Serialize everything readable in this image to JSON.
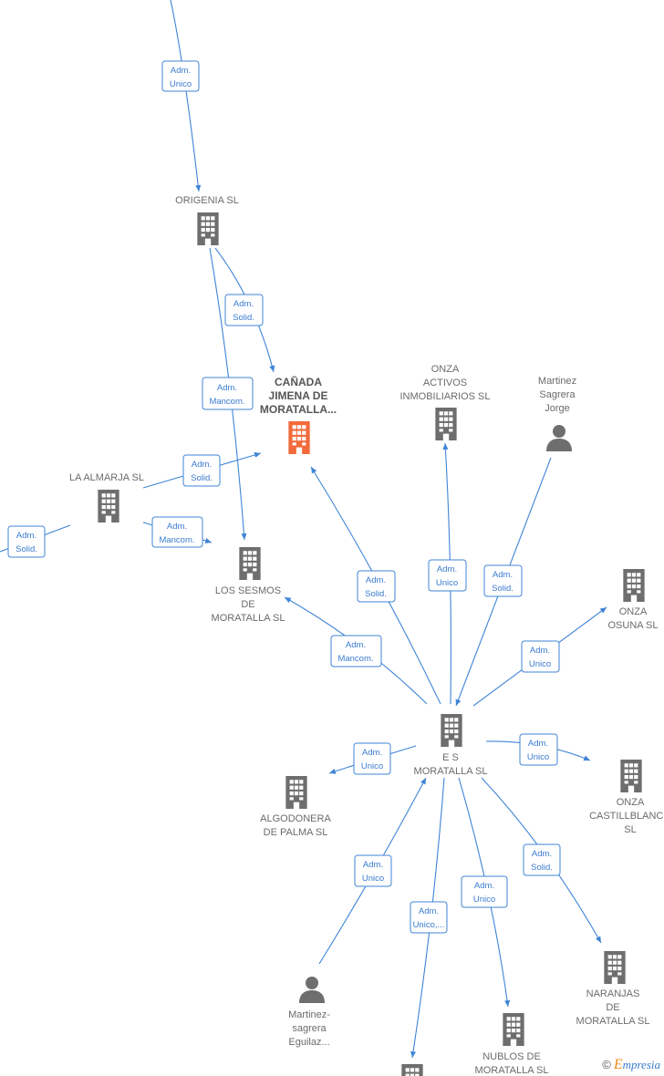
{
  "nodes": [
    {
      "id": "origenia",
      "type": "company",
      "label": [
        "ORIGENIA  SL"
      ]
    },
    {
      "id": "canada",
      "type": "company-main",
      "label": [
        "CAÑADA",
        "JIMENA DE",
        "MORATALLA..."
      ]
    },
    {
      "id": "onza_activos",
      "type": "company",
      "label": [
        "ONZA",
        "ACTIVOS",
        "INMOBILIARIOS SL"
      ]
    },
    {
      "id": "martinez_sagrera",
      "type": "person",
      "label": [
        "Martinez",
        "Sagrera",
        "Jorge"
      ]
    },
    {
      "id": "la_almarja",
      "type": "company",
      "label": [
        "LA ALMARJA SL"
      ]
    },
    {
      "id": "los_sesmos",
      "type": "company",
      "label": [
        "LOS SESMOS",
        "DE",
        "MORATALLA  SL"
      ]
    },
    {
      "id": "onza_osuna",
      "type": "company",
      "label": [
        "ONZA",
        "OSUNA  SL"
      ]
    },
    {
      "id": "es_moratalla",
      "type": "company",
      "label": [
        "E S",
        "MORATALLA SL"
      ]
    },
    {
      "id": "onza_castillblanco",
      "type": "company",
      "label": [
        "ONZA",
        "CASTILLBLANCO",
        "SL"
      ]
    },
    {
      "id": "algodonera",
      "type": "company",
      "label": [
        "ALGODONERA",
        "DE PALMA  SL"
      ]
    },
    {
      "id": "naranjas",
      "type": "company",
      "label": [
        "NARANJAS",
        "DE",
        "MORATALLA SL"
      ]
    },
    {
      "id": "martinez_eguilaz",
      "type": "person",
      "label": [
        "Martinez-",
        "sagrera",
        "Eguilaz..."
      ]
    },
    {
      "id": "nublos",
      "type": "company",
      "label": [
        "NUBLOS DE",
        "MORATALLA  SL"
      ]
    },
    {
      "id": "bottom_partial",
      "type": "company",
      "label": []
    }
  ],
  "edges": [
    {
      "id": "e1",
      "label": [
        "Adm.",
        "Unico"
      ]
    },
    {
      "id": "e2",
      "label": [
        "Adm.",
        "Solid."
      ]
    },
    {
      "id": "e3",
      "label": [
        "Adm.",
        "Mancom."
      ]
    },
    {
      "id": "e4",
      "label": [
        "Adm.",
        "Solid."
      ]
    },
    {
      "id": "e5",
      "label": [
        "Adm.",
        "Solid."
      ]
    },
    {
      "id": "e6",
      "label": [
        "Adm.",
        "Mancom."
      ]
    },
    {
      "id": "e7",
      "label": [
        "Adm.",
        "Solid."
      ]
    },
    {
      "id": "e8",
      "label": [
        "Adm.",
        "Unico"
      ]
    },
    {
      "id": "e9",
      "label": [
        "Adm.",
        "Solid."
      ]
    },
    {
      "id": "e10",
      "label": [
        "Adm.",
        "Mancom."
      ]
    },
    {
      "id": "e11",
      "label": [
        "Adm.",
        "Unico"
      ]
    },
    {
      "id": "e12",
      "label": [
        "Adm.",
        "Unico"
      ]
    },
    {
      "id": "e13",
      "label": [
        "Adm.",
        "Unico"
      ]
    },
    {
      "id": "e14",
      "label": [
        "Adm.",
        "Solid."
      ]
    },
    {
      "id": "e15",
      "label": [
        "Adm.",
        "Unico"
      ]
    },
    {
      "id": "e16",
      "label": [
        "Adm.",
        "Unico,..."
      ]
    },
    {
      "id": "e17",
      "label": [
        "Adm.",
        "Unico"
      ]
    }
  ],
  "colors": {
    "edge": "#3f84d6",
    "node": "#6e6e6e",
    "main_node": "#f26a3b",
    "label": "#6b6b6b"
  },
  "footer": {
    "copyright": "©",
    "brand_initial": "E",
    "brand_rest": "mpresia"
  }
}
